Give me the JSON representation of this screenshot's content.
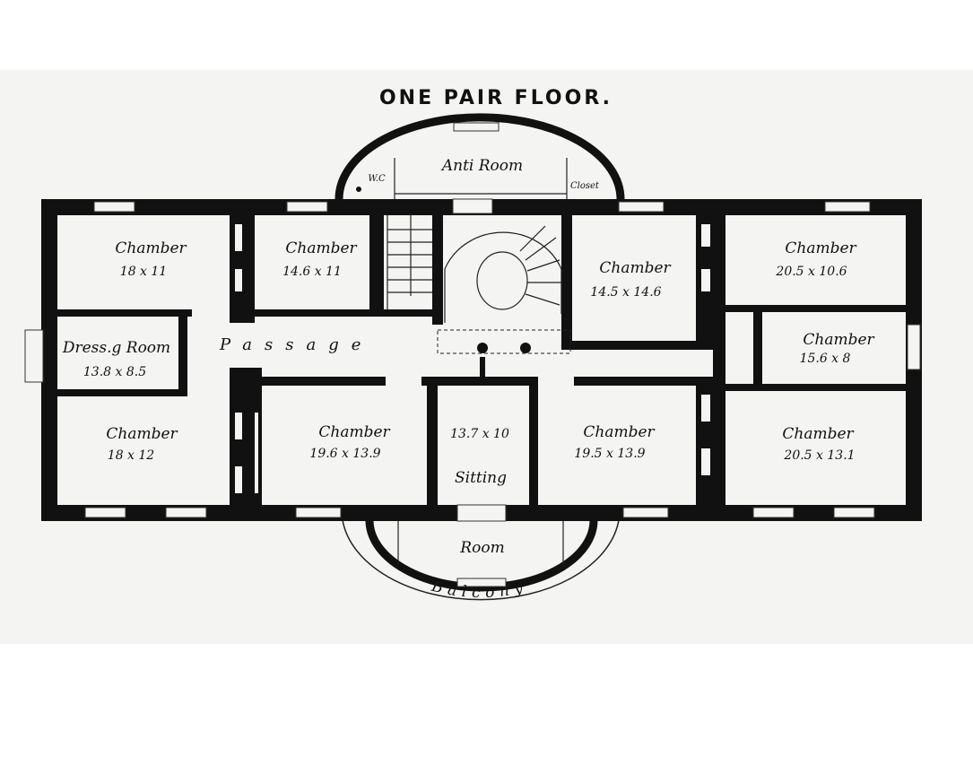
{
  "title": "ONE PAIR FLOOR.",
  "rooms": {
    "anti_room": "Anti Room",
    "wc": "W.C",
    "closet": "Closet",
    "chamber_a": {
      "name": "Chamber",
      "size": "18 x 11"
    },
    "chamber_b": {
      "name": "Chamber",
      "size": "14.6 x 11"
    },
    "chamber_c": {
      "name": "Chamber",
      "size": "14.5 x 14.6"
    },
    "chamber_d": {
      "name": "Chamber",
      "size": "20.5 x 10.6"
    },
    "dressing_room": {
      "name": "Dress.g Room",
      "size": "13.8 x 8.5"
    },
    "passage": "Passage",
    "chamber_e": {
      "name": "Chamber",
      "size": "15.6 x 8"
    },
    "chamber_f": {
      "name": "Chamber",
      "size": "18 x 12"
    },
    "chamber_g": {
      "name": "Chamber",
      "size": "19.6 x 13.9"
    },
    "sitting": {
      "size": "13.7 x 10",
      "name": "Sitting"
    },
    "chamber_h": {
      "name": "Chamber",
      "size": "19.5 x 13.9"
    },
    "chamber_i": {
      "name": "Chamber",
      "size": "20.5 x 13.1"
    },
    "room": "Room",
    "balcony": "Balcony"
  }
}
